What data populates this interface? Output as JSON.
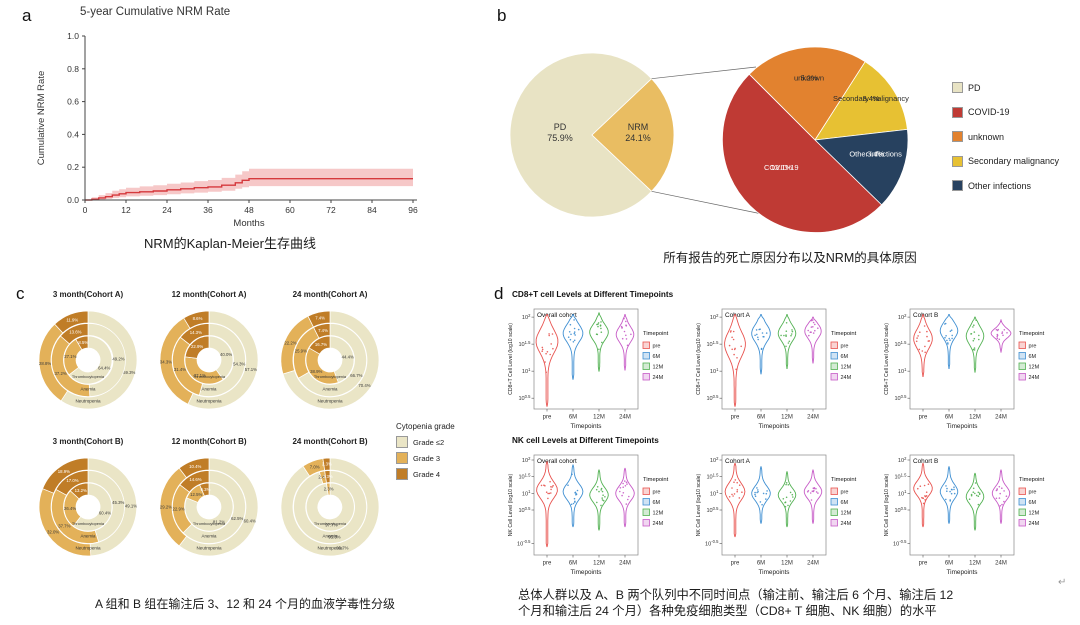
{
  "figure": {
    "panel_labels": {
      "a": "a",
      "b": "b",
      "c": "c",
      "d": "d"
    },
    "captions": {
      "a": "NRM的Kaplan-Meier生存曲线",
      "b": "所有报告的死亡原因分布以及NRM的具体原因",
      "c": "A 组和 B 组在输注后 3、12 和 24 个月的血液学毒性分级",
      "d_line1": "总体人群以及 A、B 两个队列中不同时间点（输注前、输注后 6 个月、输注后 12",
      "d_line2": "个月和输注后 24 个月）各种免疫细胞类型（CD8+ T 细胞、NK 细胞）的水平"
    },
    "return_mark": "↵"
  },
  "chart_data": [
    {
      "type": "line",
      "title": "5-year Cumulative NRM Rate",
      "xlabel": "Months",
      "ylabel": "Cumulative NRM Rate",
      "xticks": [
        0,
        12,
        24,
        36,
        48,
        60,
        72,
        84,
        96
      ],
      "yticks": [
        "0.0",
        "0.2",
        "0.4",
        "0.6",
        "0.8",
        "1.0"
      ],
      "xlim": [
        0,
        96
      ],
      "ylim": [
        0,
        1.0
      ],
      "line_color": "#d5393c",
      "band_color": "#f3b6b6",
      "steps": {
        "x": [
          0,
          2,
          4,
          6,
          8,
          10,
          12,
          16,
          20,
          24,
          28,
          32,
          36,
          40,
          44,
          46,
          48,
          96
        ],
        "y": [
          0,
          0.005,
          0.013,
          0.02,
          0.03,
          0.038,
          0.045,
          0.05,
          0.055,
          0.062,
          0.068,
          0.075,
          0.08,
          0.09,
          0.105,
          0.12,
          0.13,
          0.13
        ],
        "lower": [
          0,
          0,
          0.003,
          0.007,
          0.013,
          0.017,
          0.022,
          0.026,
          0.03,
          0.035,
          0.04,
          0.045,
          0.05,
          0.057,
          0.068,
          0.078,
          0.085,
          0.085
        ],
        "upper": [
          0,
          0.016,
          0.03,
          0.042,
          0.056,
          0.066,
          0.075,
          0.083,
          0.09,
          0.099,
          0.107,
          0.115,
          0.122,
          0.135,
          0.155,
          0.175,
          0.19,
          0.19
        ]
      }
    },
    {
      "type": "pie",
      "main": {
        "slices": [
          {
            "label": "PD",
            "pct": 75.9,
            "color": "#e8e3c4"
          },
          {
            "label": "NRM",
            "pct": 24.1,
            "color": "#e9bd62"
          }
        ]
      },
      "breakdown": {
        "total_label": "NRM",
        "total_pct": 24.1,
        "start_angle": -45,
        "slices": [
          {
            "label": "unknown",
            "pct": 5.2,
            "color": "#e2822f",
            "text": "#2b2b2b"
          },
          {
            "label": "Secondary malignancy",
            "pct": 3.4,
            "color": "#e7c133",
            "text": "#2b2b2b"
          },
          {
            "label": "Other infections",
            "pct": 3.4,
            "color": "#27415f",
            "text": "#ffffff"
          },
          {
            "label": "COVID-19",
            "pct": 12.1,
            "color": "#bf3a34",
            "text": "#ffffff"
          }
        ]
      },
      "legend": [
        {
          "label": "PD",
          "color": "#e8e3c4"
        },
        {
          "label": "COVID-19",
          "color": "#bf3a34"
        },
        {
          "label": "unknown",
          "color": "#e2822f"
        },
        {
          "label": "Secondary malignancy",
          "color": "#e7c133"
        },
        {
          "label": "Other infections",
          "color": "#27415f"
        }
      ]
    },
    {
      "type": "donut-rings",
      "legend_title": "Cytopenia grade",
      "grades": [
        {
          "label": "Grade ≤2",
          "color": "#eae5c6"
        },
        {
          "label": "Grade 3",
          "color": "#e3b159"
        },
        {
          "label": "Grade 4",
          "color": "#c07d27"
        }
      ],
      "rings": [
        "Neutropenia",
        "Anemia",
        "Thrombocytopenia"
      ],
      "charts": [
        {
          "title": "3 month(Cohort A)",
          "values": {
            "Neutropenia": [
              59.3,
              28.8,
              11.9
            ],
            "Anemia": [
              49.2,
              37.2,
              13.6
            ],
            "Thrombocytopenia": [
              64.4,
              27.1,
              8.5
            ]
          }
        },
        {
          "title": "12 month(Cohort A)",
          "values": {
            "Neutropenia": [
              57.1,
              34.3,
              8.6
            ],
            "Anemia": [
              54.3,
              31.4,
              14.3
            ],
            "Thrombocytopenia": [
              40.0,
              37.1,
              22.9
            ]
          }
        },
        {
          "title": "24 month(Cohort A)",
          "values": {
            "Neutropenia": [
              70.4,
              22.2,
              7.4
            ],
            "Anemia": [
              66.7,
              25.9,
              7.4
            ],
            "Thrombocytopenia": [
              44.4,
              38.9,
              16.7
            ]
          }
        },
        {
          "title": "3 month(Cohort B)",
          "values": {
            "Neutropenia": [
              49.1,
              32.0,
              18.9
            ],
            "Anemia": [
              45.3,
              37.7,
              17.0
            ],
            "Thrombocytopenia": [
              60.4,
              26.4,
              13.2
            ]
          }
        },
        {
          "title": "12 month(Cohort B)",
          "values": {
            "Neutropenia": [
              60.4,
              29.2,
              10.4
            ],
            "Anemia": [
              62.5,
              22.9,
              14.6
            ],
            "Thrombocytopenia": [
              81.2,
              12.5,
              6.3
            ]
          }
        },
        {
          "title": "24 month(Cohort B)",
          "values": {
            "Neutropenia": [
              90.7,
              7.0,
              2.3
            ],
            "Anemia": [
              95.3,
              2.4,
              2.3
            ],
            "Thrombocytopenia": [
              97.7,
              2.3,
              0.0
            ]
          }
        }
      ]
    },
    {
      "type": "violin",
      "xlabel": "Timepoints",
      "xticks": [
        "pre",
        "6M",
        "12M",
        "24M"
      ],
      "legend_title": "Timepoint",
      "legend": [
        "pre",
        "6M",
        "12M",
        "24M"
      ],
      "colors": [
        "#e8534f",
        "#3f8fd2",
        "#52b152",
        "#c75bc7"
      ],
      "rows": [
        {
          "title": "CD8+T cell Levels at Different Timepoints",
          "ylabel": "CD8+T Cell Level (log10 scale)",
          "ytick_exponents": [
            "2",
            "1.5",
            "1",
            "0.5"
          ],
          "ymin": 0.3,
          "ymax": 2.15,
          "subplots": [
            {
              "title": "Overall cohort",
              "violins": [
                {
                  "c": 1.55,
                  "s": 0.3,
                  "top": 2.05,
                  "bot": 0.35,
                  "w": 1.0
                },
                {
                  "c": 1.7,
                  "s": 0.22,
                  "top": 2.05,
                  "bot": 0.85,
                  "w": 0.9
                },
                {
                  "c": 1.72,
                  "s": 0.2,
                  "top": 2.08,
                  "bot": 1.0,
                  "w": 0.85
                },
                {
                  "c": 1.68,
                  "s": 0.2,
                  "top": 2.05,
                  "bot": 1.02,
                  "w": 0.8
                }
              ]
            },
            {
              "title": "Cohort A",
              "violins": [
                {
                  "c": 1.5,
                  "s": 0.32,
                  "top": 2.05,
                  "bot": 0.35,
                  "w": 0.95
                },
                {
                  "c": 1.7,
                  "s": 0.22,
                  "top": 2.05,
                  "bot": 0.95,
                  "w": 0.85
                },
                {
                  "c": 1.7,
                  "s": 0.2,
                  "top": 2.05,
                  "bot": 1.05,
                  "w": 0.8
                },
                {
                  "c": 1.74,
                  "s": 0.18,
                  "top": 2.0,
                  "bot": 1.15,
                  "w": 0.75
                }
              ]
            },
            {
              "title": "Cohort B",
              "violins": [
                {
                  "c": 1.6,
                  "s": 0.25,
                  "top": 2.05,
                  "bot": 0.9,
                  "w": 0.85
                },
                {
                  "c": 1.75,
                  "s": 0.2,
                  "top": 2.05,
                  "bot": 1.05,
                  "w": 0.8
                },
                {
                  "c": 1.65,
                  "s": 0.22,
                  "top": 2.0,
                  "bot": 0.98,
                  "w": 0.8
                },
                {
                  "c": 1.7,
                  "s": 0.12,
                  "top": 1.95,
                  "bot": 1.35,
                  "w": 0.9
                }
              ]
            }
          ]
        },
        {
          "title": "NK cell Levels at Different Timepoints",
          "ylabel": "NK Cell Level (log10 scale)",
          "ytick_exponents": [
            "2",
            "1.5",
            "1",
            "0.5",
            "-0.5"
          ],
          "ymin": -0.85,
          "ymax": 2.15,
          "subplots": [
            {
              "title": "Overall cohort",
              "violins": [
                {
                  "c": 1.1,
                  "s": 0.35,
                  "top": 1.95,
                  "bot": -0.6,
                  "w": 0.95
                },
                {
                  "c": 1.05,
                  "s": 0.32,
                  "top": 1.85,
                  "bot": 0.0,
                  "w": 0.9
                },
                {
                  "c": 0.95,
                  "s": 0.3,
                  "top": 1.7,
                  "bot": -0.1,
                  "w": 0.85
                },
                {
                  "c": 1.0,
                  "s": 0.3,
                  "top": 1.75,
                  "bot": 0.0,
                  "w": 0.85
                }
              ]
            },
            {
              "title": "Cohort A",
              "violins": [
                {
                  "c": 1.05,
                  "s": 0.35,
                  "top": 1.9,
                  "bot": -0.3,
                  "w": 0.9
                },
                {
                  "c": 1.0,
                  "s": 0.3,
                  "top": 1.8,
                  "bot": 0.1,
                  "w": 0.85
                },
                {
                  "c": 0.95,
                  "s": 0.28,
                  "top": 1.65,
                  "bot": 0.0,
                  "w": 0.8
                },
                {
                  "c": 1.05,
                  "s": 0.28,
                  "top": 1.7,
                  "bot": 0.1,
                  "w": 0.8
                }
              ]
            },
            {
              "title": "Cohort B",
              "violins": [
                {
                  "c": 1.15,
                  "s": 0.3,
                  "top": 1.9,
                  "bot": 0.0,
                  "w": 0.85
                },
                {
                  "c": 1.05,
                  "s": 0.3,
                  "top": 1.8,
                  "bot": 0.1,
                  "w": 0.8
                },
                {
                  "c": 0.9,
                  "s": 0.3,
                  "top": 1.6,
                  "bot": -0.1,
                  "w": 0.8
                },
                {
                  "c": 1.0,
                  "s": 0.28,
                  "top": 1.7,
                  "bot": 0.1,
                  "w": 0.8
                }
              ]
            }
          ]
        }
      ]
    }
  ]
}
